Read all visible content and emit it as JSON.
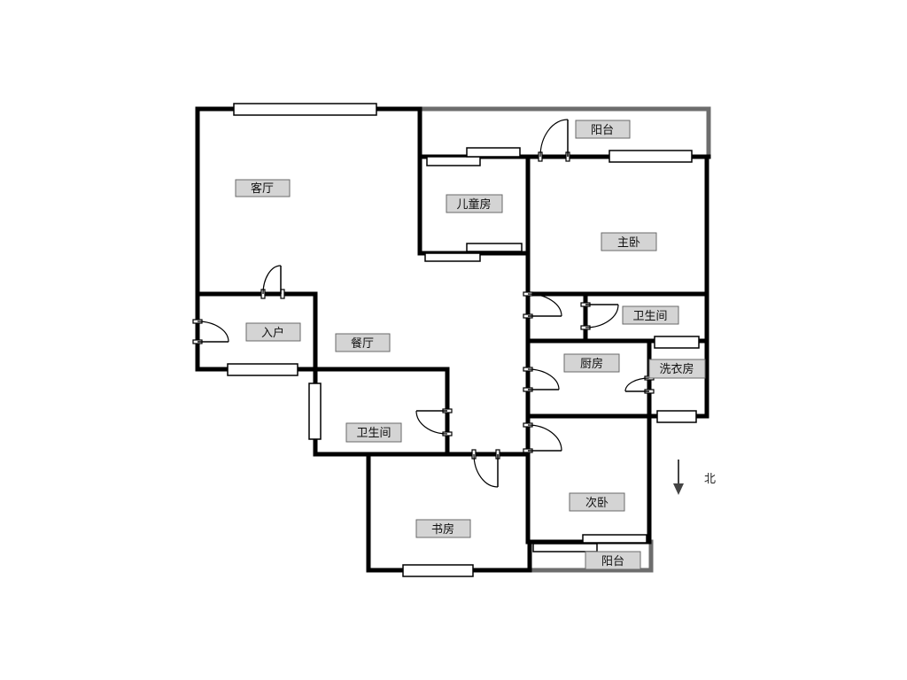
{
  "rooms": {
    "living_room": "客厅",
    "balcony_north": "阳台",
    "kids_room": "儿童房",
    "master_bedroom": "主卧",
    "entrance": "入户",
    "dining_room": "餐厅",
    "bathroom_master": "卫生间",
    "kitchen": "厨房",
    "laundry": "洗衣房",
    "bathroom_guest": "卫生间",
    "second_bedroom": "次卧",
    "study": "书房",
    "balcony_south": "阳台"
  },
  "compass": {
    "label": "北",
    "direction": "down"
  },
  "colors": {
    "wall": "#000000",
    "balcony_wall": "#6d6d6d",
    "label_fill": "#d4d4d4"
  }
}
